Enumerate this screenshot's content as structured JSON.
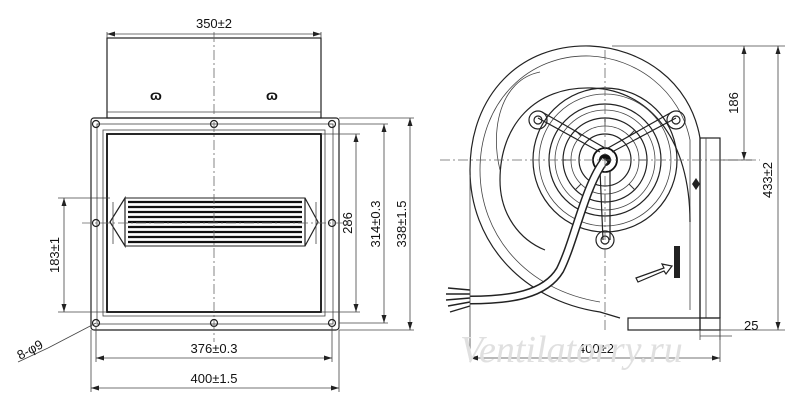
{
  "dimensions": {
    "top_width": "350±2",
    "inner_height": "286",
    "frame_inner_height": "314±0.3",
    "frame_outer_height": "338±1.5",
    "outlet_height": "183±1",
    "holes": "8-φ9",
    "inner_width": "376±0.3",
    "outer_width": "400±1.5",
    "side_top": "186",
    "side_total": "433±2",
    "side_width": "400±2",
    "side_foot": "25"
  },
  "watermark": "Ventilatorry.ru",
  "colors": {
    "line": "#222222",
    "text": "#111111",
    "watermark": "#e0e0e0"
  }
}
